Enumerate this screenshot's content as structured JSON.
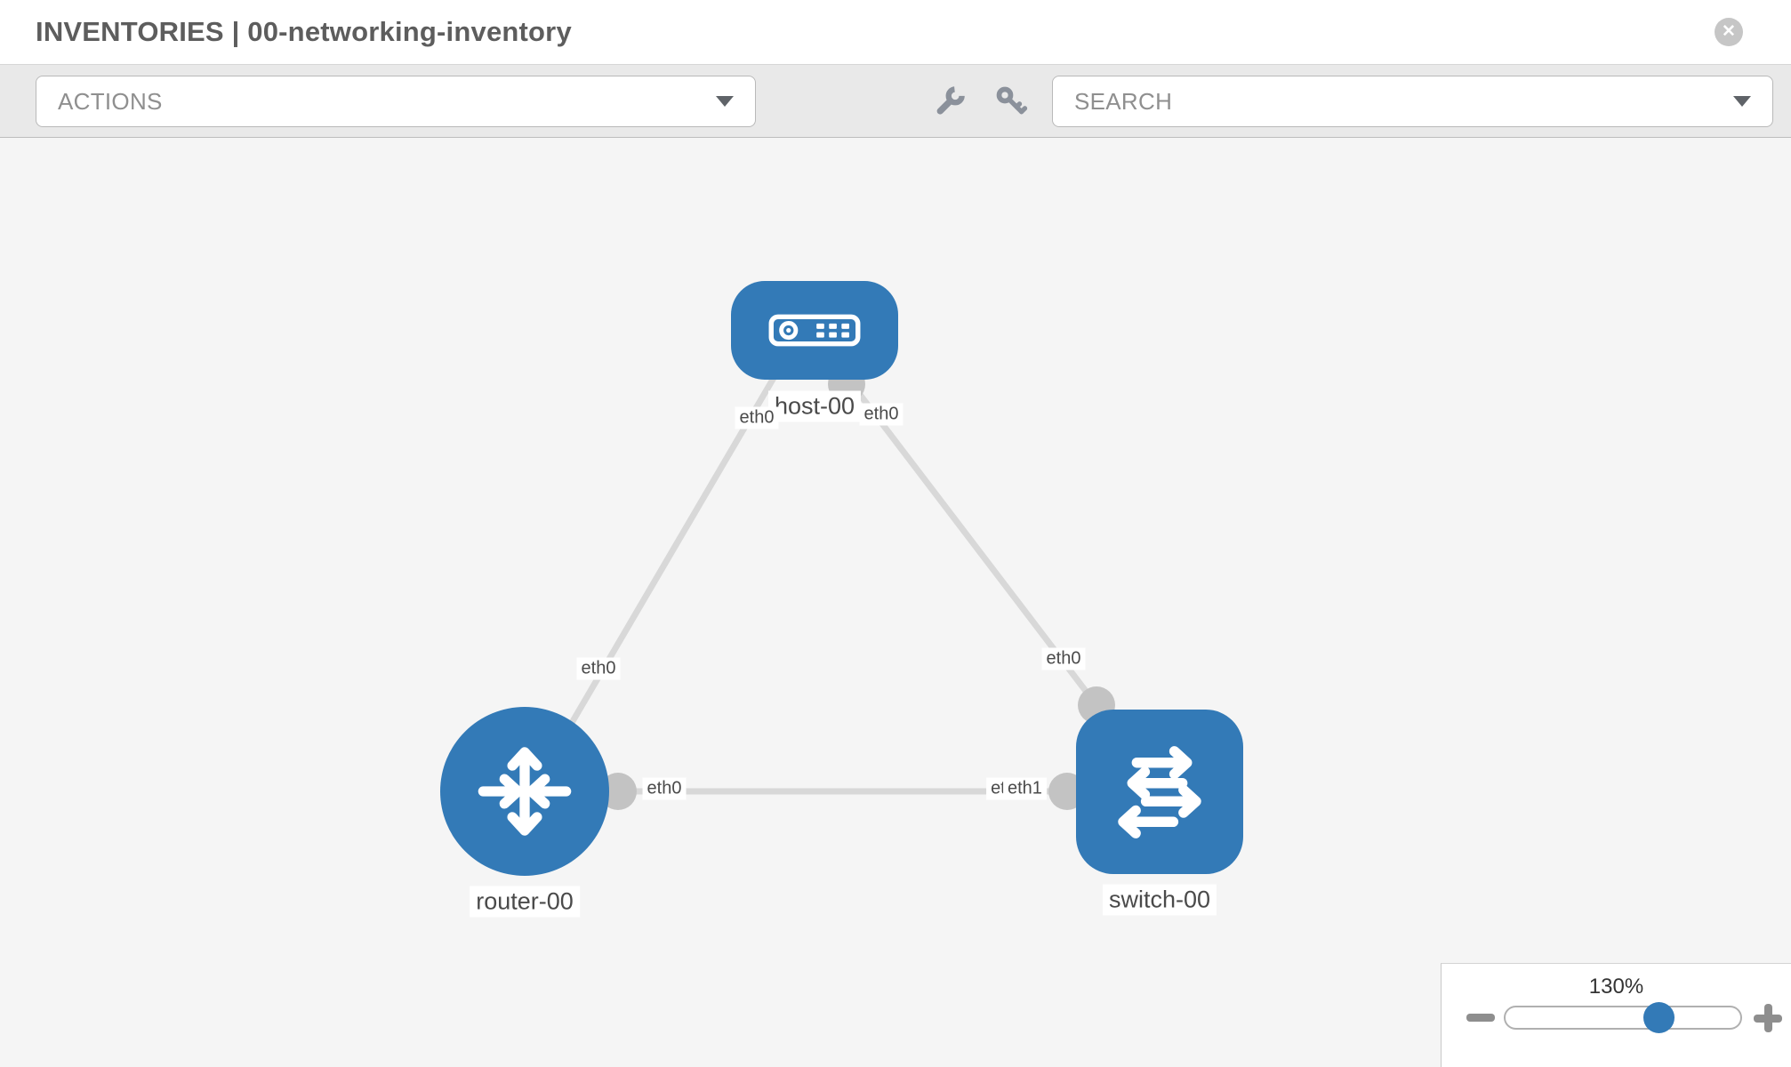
{
  "header": {
    "title": "INVENTORIES | 00-networking-inventory",
    "close_glyph": "✕"
  },
  "toolbar": {
    "actions_dropdown": {
      "value": "ACTIONS"
    },
    "search_dropdown": {
      "value": "SEARCH"
    },
    "tools": {
      "wrench": "wrench-icon",
      "key": "key-icon"
    }
  },
  "topology": {
    "nodes": {
      "host": {
        "label": "host-00",
        "type": "host",
        "icon": "host-server-icon"
      },
      "router": {
        "label": "router-00",
        "type": "router",
        "icon": "router-arrows-icon"
      },
      "switch": {
        "label": "switch-00",
        "type": "switch",
        "icon": "switch-arrows-icon"
      }
    },
    "links": [
      {
        "from": "host-00",
        "to": "router-00",
        "from_interface": "eth0",
        "to_interface": "eth0"
      },
      {
        "from": "host-00",
        "to": "switch-00",
        "from_interface": "eth0",
        "to_interface": "eth0"
      },
      {
        "from": "router-00",
        "to": "switch-00",
        "from_interface": "eth0",
        "to_interfaces_overlapping": [
          "eth0",
          "eth1"
        ]
      }
    ],
    "iface_labels": {
      "l1_host": "eth0",
      "l1_router": "eth0",
      "l2_host": "eth0",
      "l2_switch": "eth0",
      "l3_router": "eth0",
      "l3_switch_under": "eth0",
      "l3_switch_over": "eth1"
    }
  },
  "zoom_control": {
    "level": "130%"
  },
  "colors": {
    "accent_blue": "#337ab7",
    "canvas_bg": "#f5f5f5",
    "toolbar_bg": "#e9e9e9",
    "link_gray": "#d8d8d8",
    "endpoint_gray": "#c3c3c3",
    "icon_gray": "#8b919b",
    "title_text": "#5d5d5d",
    "label_text": "#4a4a4a"
  }
}
